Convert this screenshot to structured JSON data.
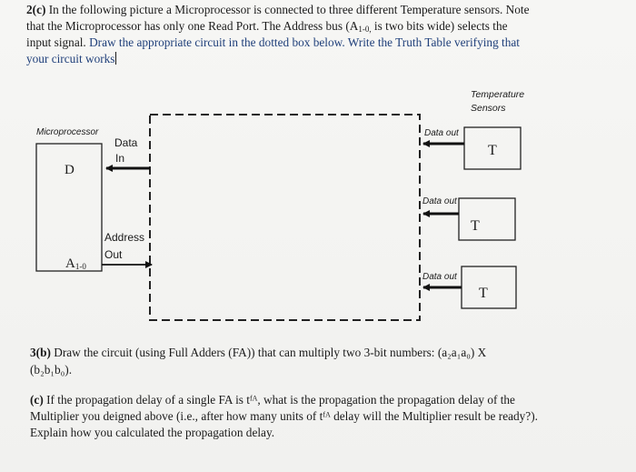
{
  "q2c": {
    "line1_num": "2(c)",
    "line1_text": " In the following picture a Microprocessor is connected to three different Temperature sensors. Note",
    "line2_a": "that the Microprocessor has only one Read Port. The Address bus (A",
    "line2_sub": "1-0,",
    "line2_b": " is two bits wide) selects the",
    "line3_a": "input signal. ",
    "line3_b": "Draw the appropriate circuit in the dotted box below. Write the Truth Table verifying that",
    "line4": "your circuit works"
  },
  "diagram": {
    "microprocessor_label": "Microprocessor",
    "d_label": "D",
    "a_label": "A",
    "a_sub": "1-0",
    "data_in_line1": "Data",
    "data_in_line2": "In",
    "address_line1": "Address",
    "address_line2": "Out",
    "sensors_title_line1": "Temperature",
    "sensors_title_line2": "Sensors",
    "data_out_1": "Data out",
    "data_out_2": "Data out",
    "data_out_3": "Data out",
    "t1": "T",
    "t2": "T",
    "t3": "T"
  },
  "q3b": {
    "num": "3(b)",
    "line1": " Draw the circuit (using Full Adders (FA)) that can multiply two 3-bit numbers: (a₂a₁a₀) X",
    "line2": "(b₂b₁b₀)."
  },
  "q3c": {
    "num": "(c)",
    "line1": " If the propagation delay of a single FA is tᶠᴬ, what is the propagation the propagation delay of the",
    "line2": "Multiplier you deigned above (i.e., after how many units of tᶠᴬ delay will the Multiplier result be ready?).",
    "line3": "Explain how you calculated the propagation delay."
  }
}
